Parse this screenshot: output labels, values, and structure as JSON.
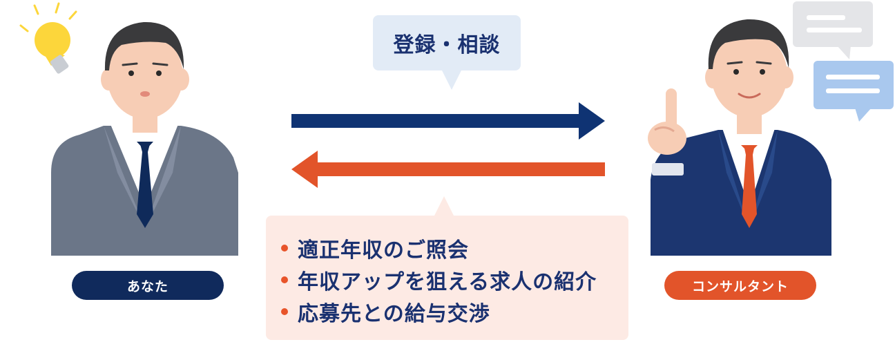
{
  "top_bubble": {
    "text": "登録・相談"
  },
  "bottom_bubble": {
    "items": [
      "適正年収のご照会",
      "年収アップを狙える求人の紹介",
      "応募先との給与交渉"
    ]
  },
  "labels": {
    "you": "あなた",
    "consultant": "コンサルタント"
  },
  "colors": {
    "navy": "#102a5c",
    "arrow_right": "#0f3373",
    "arrow_left": "#e2542a",
    "orange": "#e2542a",
    "top_bubble_bg": "#e2ebf6",
    "bottom_bubble_bg": "#fdeae4",
    "bulb": "#fcd63b",
    "gray_suit": "#6b7688",
    "navy_suit": "#1c3670",
    "chat_gray": "#e4e5e8",
    "chat_blue": "#a9c8ee"
  },
  "icons": [
    "light-bulb-icon",
    "chat-bubble-icon",
    "chat-bubble-icon"
  ]
}
